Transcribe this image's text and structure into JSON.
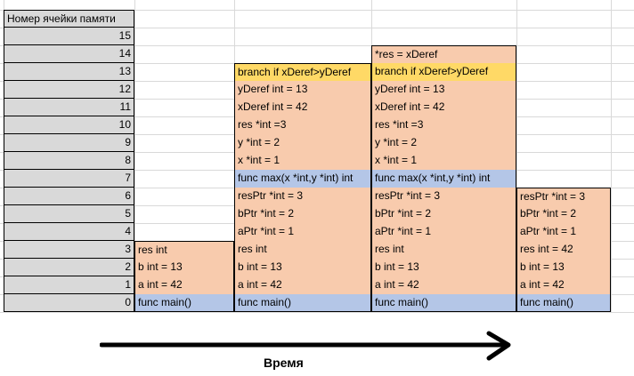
{
  "header_label": "Номер ячейки памяти",
  "row_numbers": [
    "15",
    "14",
    "13",
    "12",
    "11",
    "10",
    "9",
    "8",
    "7",
    "6",
    "5",
    "4",
    "3",
    "2",
    "1",
    "0"
  ],
  "columns": [
    {
      "name": "main-only",
      "cells": [
        {
          "row": 3,
          "text": "res int",
          "color": "peach"
        },
        {
          "row": 2,
          "text": "b int = 13",
          "color": "peach"
        },
        {
          "row": 1,
          "text": "a int = 42",
          "color": "peach"
        },
        {
          "row": 0,
          "text": "func main()",
          "color": "blue"
        }
      ]
    },
    {
      "name": "max-call",
      "cells": [
        {
          "row": 13,
          "text": "branch if xDeref>yDeref",
          "color": "yellow"
        },
        {
          "row": 12,
          "text": "yDeref int = 13",
          "color": "peach"
        },
        {
          "row": 11,
          "text": "xDeref int = 42",
          "color": "peach"
        },
        {
          "row": 10,
          "text": "res *int =3",
          "color": "peach"
        },
        {
          "row": 9,
          "text": "y *int = 2",
          "color": "peach"
        },
        {
          "row": 8,
          "text": "x *int = 1",
          "color": "peach"
        },
        {
          "row": 7,
          "text": "func max(x *int,y *int) int",
          "color": "blue"
        },
        {
          "row": 6,
          "text": "resPtr *int = 3",
          "color": "peach"
        },
        {
          "row": 5,
          "text": "bPtr *int = 2",
          "color": "peach"
        },
        {
          "row": 4,
          "text": "aPtr *int = 1",
          "color": "peach"
        },
        {
          "row": 3,
          "text": "res int",
          "color": "peach"
        },
        {
          "row": 2,
          "text": "b int = 13",
          "color": "peach"
        },
        {
          "row": 1,
          "text": "a int = 42",
          "color": "peach"
        },
        {
          "row": 0,
          "text": "func main()",
          "color": "blue"
        }
      ]
    },
    {
      "name": "max-assign",
      "cells": [
        {
          "row": 14,
          "text": "*res = xDeref",
          "color": "peach"
        },
        {
          "row": 13,
          "text": "branch if xDeref>yDeref",
          "color": "yellow"
        },
        {
          "row": 12,
          "text": "yDeref int = 13",
          "color": "peach"
        },
        {
          "row": 11,
          "text": "xDeref int = 42",
          "color": "peach"
        },
        {
          "row": 10,
          "text": "res *int =3",
          "color": "peach"
        },
        {
          "row": 9,
          "text": "y *int = 2",
          "color": "peach"
        },
        {
          "row": 8,
          "text": "x *int = 1",
          "color": "peach"
        },
        {
          "row": 7,
          "text": "func max(x *int,y *int) int",
          "color": "blue"
        },
        {
          "row": 6,
          "text": "resPtr *int = 3",
          "color": "peach"
        },
        {
          "row": 5,
          "text": "bPtr *int = 2",
          "color": "peach"
        },
        {
          "row": 4,
          "text": "aPtr *int = 1",
          "color": "peach"
        },
        {
          "row": 3,
          "text": "res int",
          "color": "peach"
        },
        {
          "row": 2,
          "text": "b int = 13",
          "color": "peach"
        },
        {
          "row": 1,
          "text": "a int = 42",
          "color": "peach"
        },
        {
          "row": 0,
          "text": "func main()",
          "color": "blue"
        }
      ]
    },
    {
      "name": "after-return",
      "cells": [
        {
          "row": 6,
          "text": "resPtr *int = 3",
          "color": "peach"
        },
        {
          "row": 5,
          "text": "bPtr *int = 2",
          "color": "peach"
        },
        {
          "row": 4,
          "text": "aPtr *int = 1",
          "color": "peach"
        },
        {
          "row": 3,
          "text": "res int = 42",
          "color": "peach"
        },
        {
          "row": 2,
          "text": "b int = 13",
          "color": "peach"
        },
        {
          "row": 1,
          "text": "a int = 42",
          "color": "peach"
        },
        {
          "row": 0,
          "text": "func main()",
          "color": "blue"
        }
      ]
    }
  ],
  "time_label": "Время",
  "colors": {
    "peach": "#f8cbad",
    "yellow": "#ffd966",
    "blue": "#b4c6e7",
    "header": "#d9d9d9"
  }
}
